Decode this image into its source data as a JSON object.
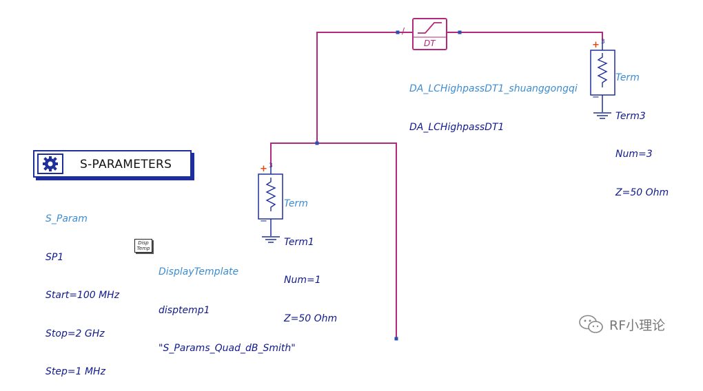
{
  "simulation": {
    "title": "S-PARAMETERS",
    "icon": "sparam-controller-icon",
    "params": [
      "S_Param",
      "SP1",
      "Start=100 MHz",
      "Stop=2 GHz",
      "Step=1 MHz"
    ]
  },
  "display_template": {
    "icon_text": [
      "Disp",
      "Temp"
    ],
    "params": [
      "DisplayTemplate",
      "disptemp1",
      "\"S_Params_Quad_dB_Smith\""
    ]
  },
  "term1": {
    "params": [
      "Term",
      "Term1",
      "Num=1",
      "Z=50 Ohm"
    ],
    "pin_number": "3",
    "plus": "+",
    "minus": "−"
  },
  "term3": {
    "params": [
      "Term",
      "Term3",
      "Num=3",
      "Z=50 Ohm"
    ],
    "pin_number": "3",
    "plus": "+",
    "minus": "−"
  },
  "filter": {
    "symbol_text": "DT",
    "params": [
      "DA_LCHighpassDT1_shuanggongqi",
      "DA_LCHighpassDT1"
    ],
    "port_mark": "/"
  },
  "watermark": {
    "icon": "wechat-icon",
    "text": "RF小理论"
  },
  "colors": {
    "wire": "#b3287a",
    "component": "#1e2f9a",
    "label_name": "#3c8cd2",
    "label_param": "#101a8c",
    "pin_plus": "#e04a10",
    "node": "#2a4fb4"
  }
}
